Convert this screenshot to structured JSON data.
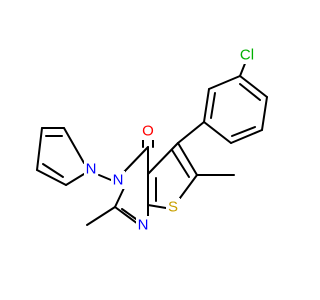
{
  "molecule": {
    "atoms": {
      "cl": {
        "symbol": "Cl",
        "color": "#00b000"
      },
      "o": {
        "symbol": "O",
        "color": "#ff0000"
      },
      "n_pyrrole": {
        "symbol": "N",
        "color": "#0000ff"
      },
      "n_amide": {
        "symbol": "N",
        "color": "#0000ff"
      },
      "n_imine": {
        "symbol": "N",
        "color": "#0000ff"
      },
      "s": {
        "symbol": "S",
        "color": "#c8a000"
      }
    },
    "bond_color": "#000000"
  }
}
